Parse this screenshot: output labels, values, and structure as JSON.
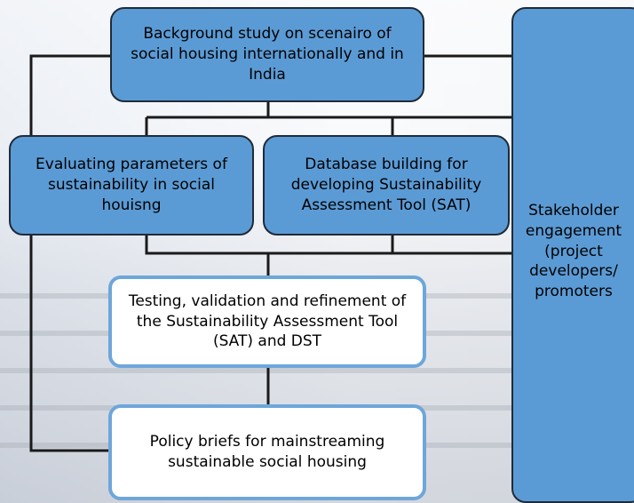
{
  "nodes": {
    "background_study": "Background study on scenairo of social housing internationally and in India",
    "evaluating_parameters": "Evaluating parameters of sustainability in social houisng",
    "database_building": "Database building for developing Sustainability Assessment Tool (SAT)",
    "testing_validation": "Testing, validation and refinement of the Sustainability Assessment Tool (SAT) and DST",
    "policy_briefs": "Policy briefs for mainstreaming sustainable social housing",
    "stakeholder_engagement": "Stakeholder engagement (project developers/ promoters"
  },
  "colors": {
    "filled_box": "#5b9bd5",
    "outline_border": "#6ea6da",
    "connector": "#1a1a1a"
  }
}
